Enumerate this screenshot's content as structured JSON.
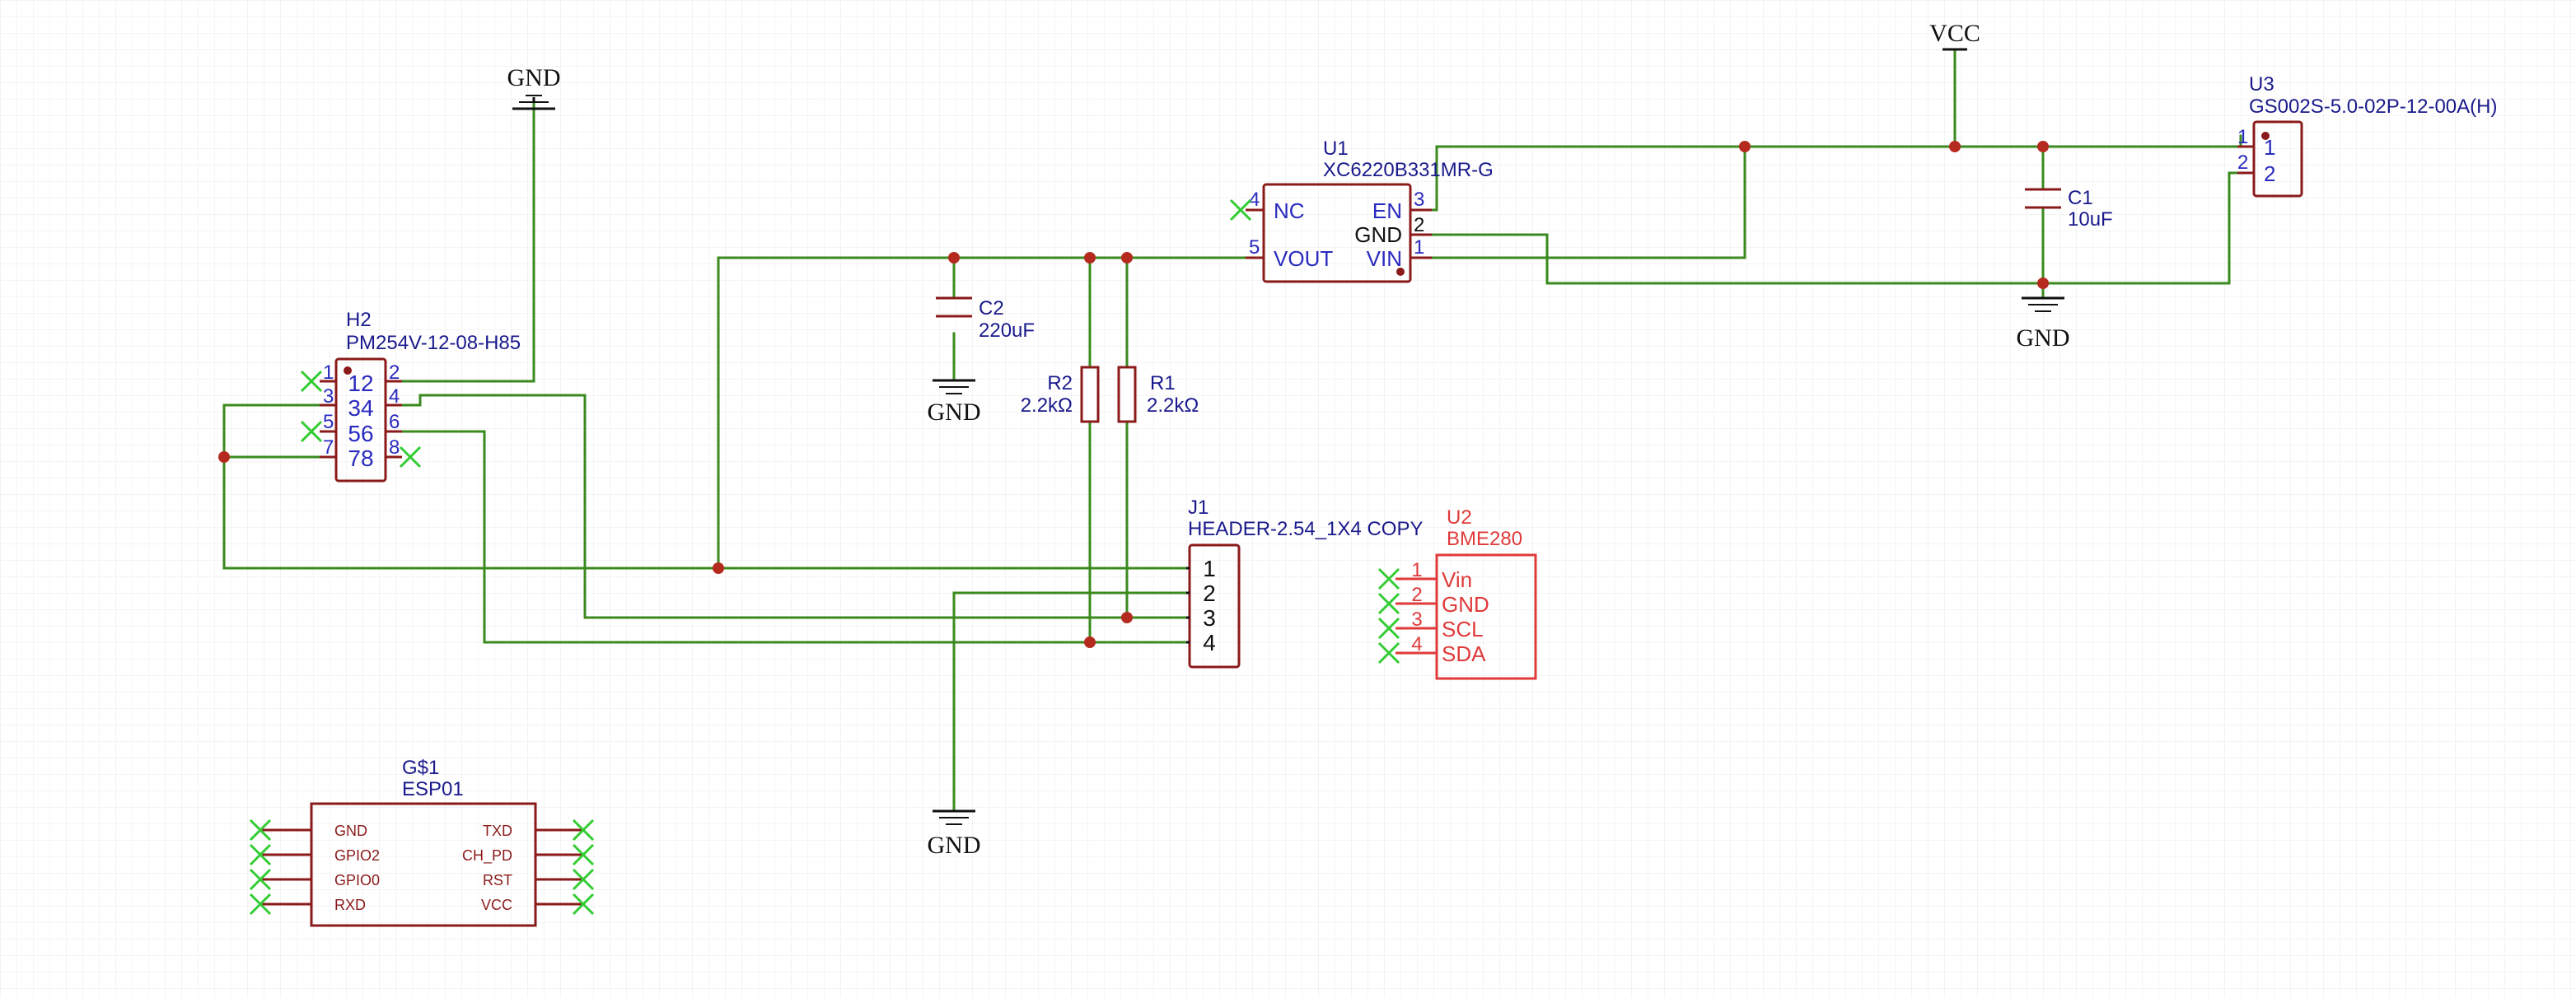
{
  "colors": {
    "background": "#ffffff",
    "grid": "#e6e6e6",
    "wire": "#3a8a1e",
    "junction": "#b52a1e",
    "component": "#8b1a1a",
    "designator": "#1a1a8c",
    "pin_text": "#2a2abf",
    "no_connect": "#33cc33",
    "bme": "#e03a3a",
    "power_text": "#111111"
  },
  "power": {
    "gnd_label": "GND",
    "vcc_label": "VCC"
  },
  "components": {
    "u1": {
      "ref": "U1",
      "value": "XC6220B331MR-G",
      "pins": {
        "nc": "NC",
        "nc_num": "4",
        "vout": "VOUT",
        "vout_num": "5",
        "en": "EN",
        "en_num": "3",
        "gnd": "GND",
        "gnd_num": "2",
        "vin": "VIN",
        "vin_num": "1"
      }
    },
    "u3": {
      "ref": "U3",
      "value": "GS002S-5.0-02P-12-00A(H)",
      "pins": {
        "p1_outer": "1",
        "p1_inner": "1",
        "p2_outer": "2",
        "p2_inner": "2"
      }
    },
    "c1": {
      "ref": "C1",
      "value": "10uF"
    },
    "c2": {
      "ref": "C2",
      "value": "220uF"
    },
    "r1": {
      "ref": "R1",
      "value": "2.2kΩ"
    },
    "r2": {
      "ref": "R2",
      "value": "2.2kΩ"
    },
    "h2": {
      "ref": "H2",
      "value": "PM254V-12-08-H85",
      "inner_rows": [
        "12",
        "34",
        "56",
        "78"
      ],
      "left_pins": [
        "1",
        "3",
        "5",
        "7"
      ],
      "right_pins": [
        "2",
        "4",
        "6",
        "8"
      ]
    },
    "j1": {
      "ref": "J1",
      "value": "HEADER-2.54_1X4 COPY",
      "pins": [
        "1",
        "2",
        "3",
        "4"
      ]
    },
    "u2": {
      "ref": "U2",
      "value": "BME280",
      "pin_nums": [
        "1",
        "2",
        "3",
        "4"
      ],
      "pin_names": [
        "Vin",
        "GND",
        "SCL",
        "SDA"
      ]
    },
    "g1": {
      "ref": "G$1",
      "value": "ESP01",
      "left_pins": [
        "GND",
        "GPIO2",
        "GPIO0",
        "RXD"
      ],
      "right_pins": [
        "TXD",
        "CH_PD",
        "RST",
        "VCC"
      ]
    }
  }
}
